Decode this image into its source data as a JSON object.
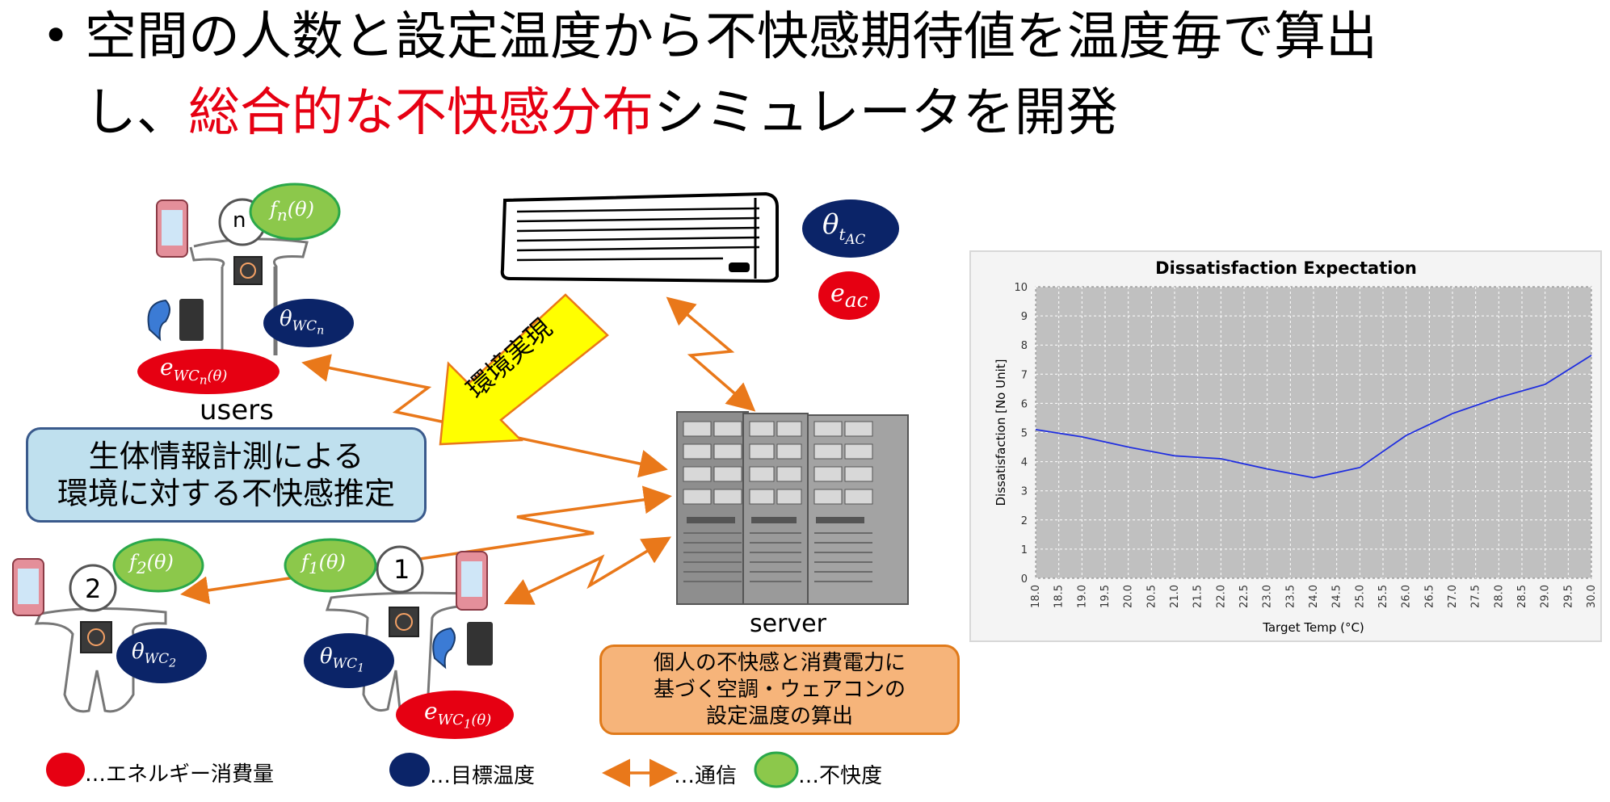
{
  "header": {
    "bullet": "•",
    "line1": "空間の人数と設定温度から不快感期待値を温度毎で算出",
    "line2_prefix": "し、",
    "line2_highlight": "総合的な不快感分布",
    "line2_suffix": "シミュレータを開発"
  },
  "diagram": {
    "users_label": "users",
    "server_label": "server",
    "arrow_label": "環境実現",
    "user_n": "n",
    "user_2": "2",
    "user_1": "1",
    "blue_box_line1": "生体情報計測による",
    "blue_box_line2": "環境に対する不快感推定",
    "orange_box_line1": "個人の不快感と消費電力に",
    "orange_box_line2": "基づく空調・ウェアコンの",
    "orange_box_line3": "設定温度の算出",
    "math": {
      "f_n": "f",
      "f_n_sub": "n",
      "f_2_sub": "2",
      "f_1_sub": "1",
      "theta_arg": "(θ)",
      "theta": "θ",
      "t_ac": "t",
      "t_ac_sub": "AC",
      "wc": "WC",
      "e": "e",
      "ac": "ac"
    }
  },
  "legend": {
    "energy": "…エネルギー消費量",
    "target_temp": "…目標温度",
    "comm": "…通信",
    "discomfort": "…不快度"
  },
  "colors": {
    "red": "#e60012",
    "navy": "#0b2468",
    "green": "#8cc84b",
    "orange": "#e9781a",
    "yellow": "#ffff00"
  },
  "chart_data": {
    "type": "line",
    "title": "Dissatisfaction Expectation",
    "xlabel": "Target Temp (°C)",
    "ylabel": "Dissatisfaction [No Unit]",
    "xlim": [
      18.0,
      30.0
    ],
    "ylim": [
      0,
      10
    ],
    "x_ticks": [
      "18.0",
      "18.5",
      "19.0",
      "19.5",
      "20.0",
      "20.5",
      "21.0",
      "21.5",
      "22.0",
      "22.5",
      "23.0",
      "23.5",
      "24.0",
      "24.5",
      "25.0",
      "25.5",
      "26.0",
      "26.5",
      "27.0",
      "27.5",
      "28.0",
      "28.5",
      "29.0",
      "29.5",
      "30.0"
    ],
    "y_ticks": [
      "0",
      "1",
      "2",
      "3",
      "4",
      "5",
      "6",
      "7",
      "8",
      "9",
      "10"
    ],
    "x": [
      18.0,
      19.0,
      20.0,
      21.0,
      22.0,
      23.0,
      24.0,
      25.0,
      26.0,
      27.0,
      28.0,
      29.0,
      30.0
    ],
    "y": [
      5.1,
      4.85,
      4.5,
      4.2,
      4.1,
      3.75,
      3.45,
      3.8,
      4.9,
      5.65,
      6.2,
      6.65,
      7.65
    ],
    "grid": true,
    "series_color": "#1f2ee0",
    "plot_bg": "#c0c0c0"
  }
}
